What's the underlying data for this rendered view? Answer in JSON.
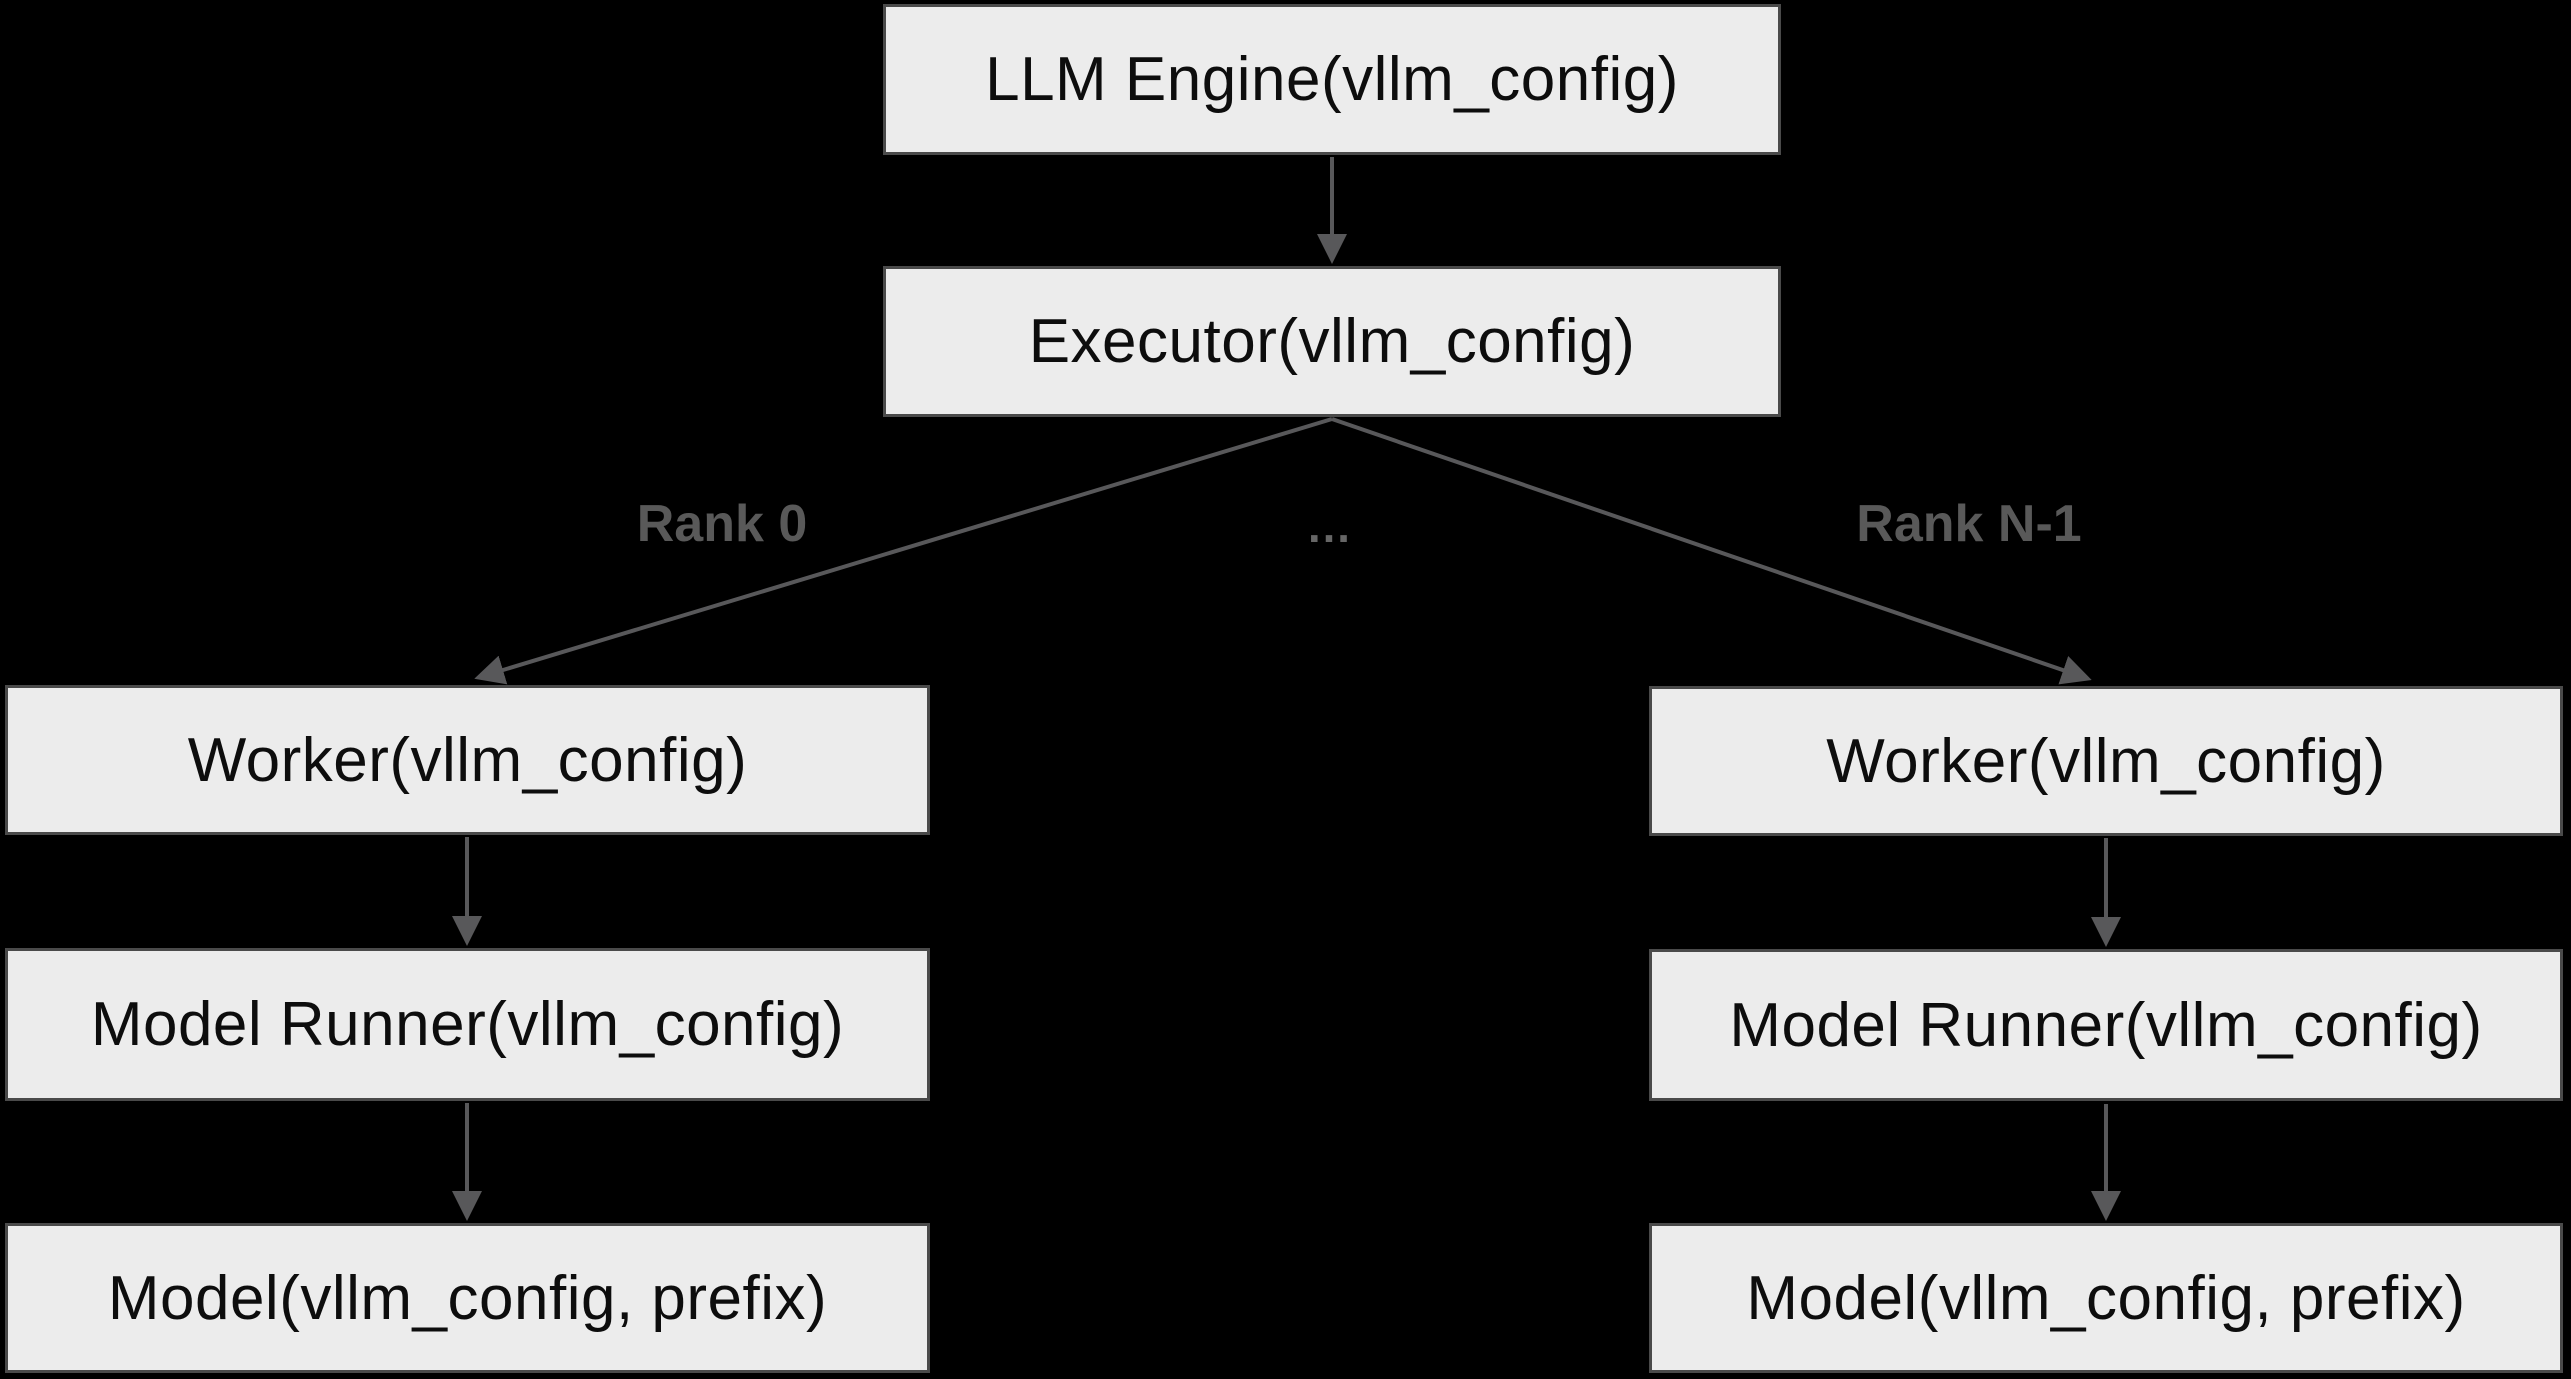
{
  "colors": {
    "background": "#000000",
    "node_fill": "#ececec",
    "node_border": "#4a4a4a",
    "node_text": "#0d0d0d",
    "edge": "#58585a",
    "edge_label": "#595959"
  },
  "nodes": {
    "llm_engine": "LLM Engine(vllm_config)",
    "executor": "Executor(vllm_config)",
    "worker_left": "Worker(vllm_config)",
    "model_runner_left": "Model Runner(vllm_config)",
    "model_left": "Model(vllm_config, prefix)",
    "worker_right": "Worker(vllm_config)",
    "model_runner_right": "Model Runner(vllm_config)",
    "model_right": "Model(vllm_config, prefix)"
  },
  "edge_labels": {
    "rank_0": "Rank 0",
    "ellipsis": "…",
    "rank_n_1": "Rank N-1"
  }
}
